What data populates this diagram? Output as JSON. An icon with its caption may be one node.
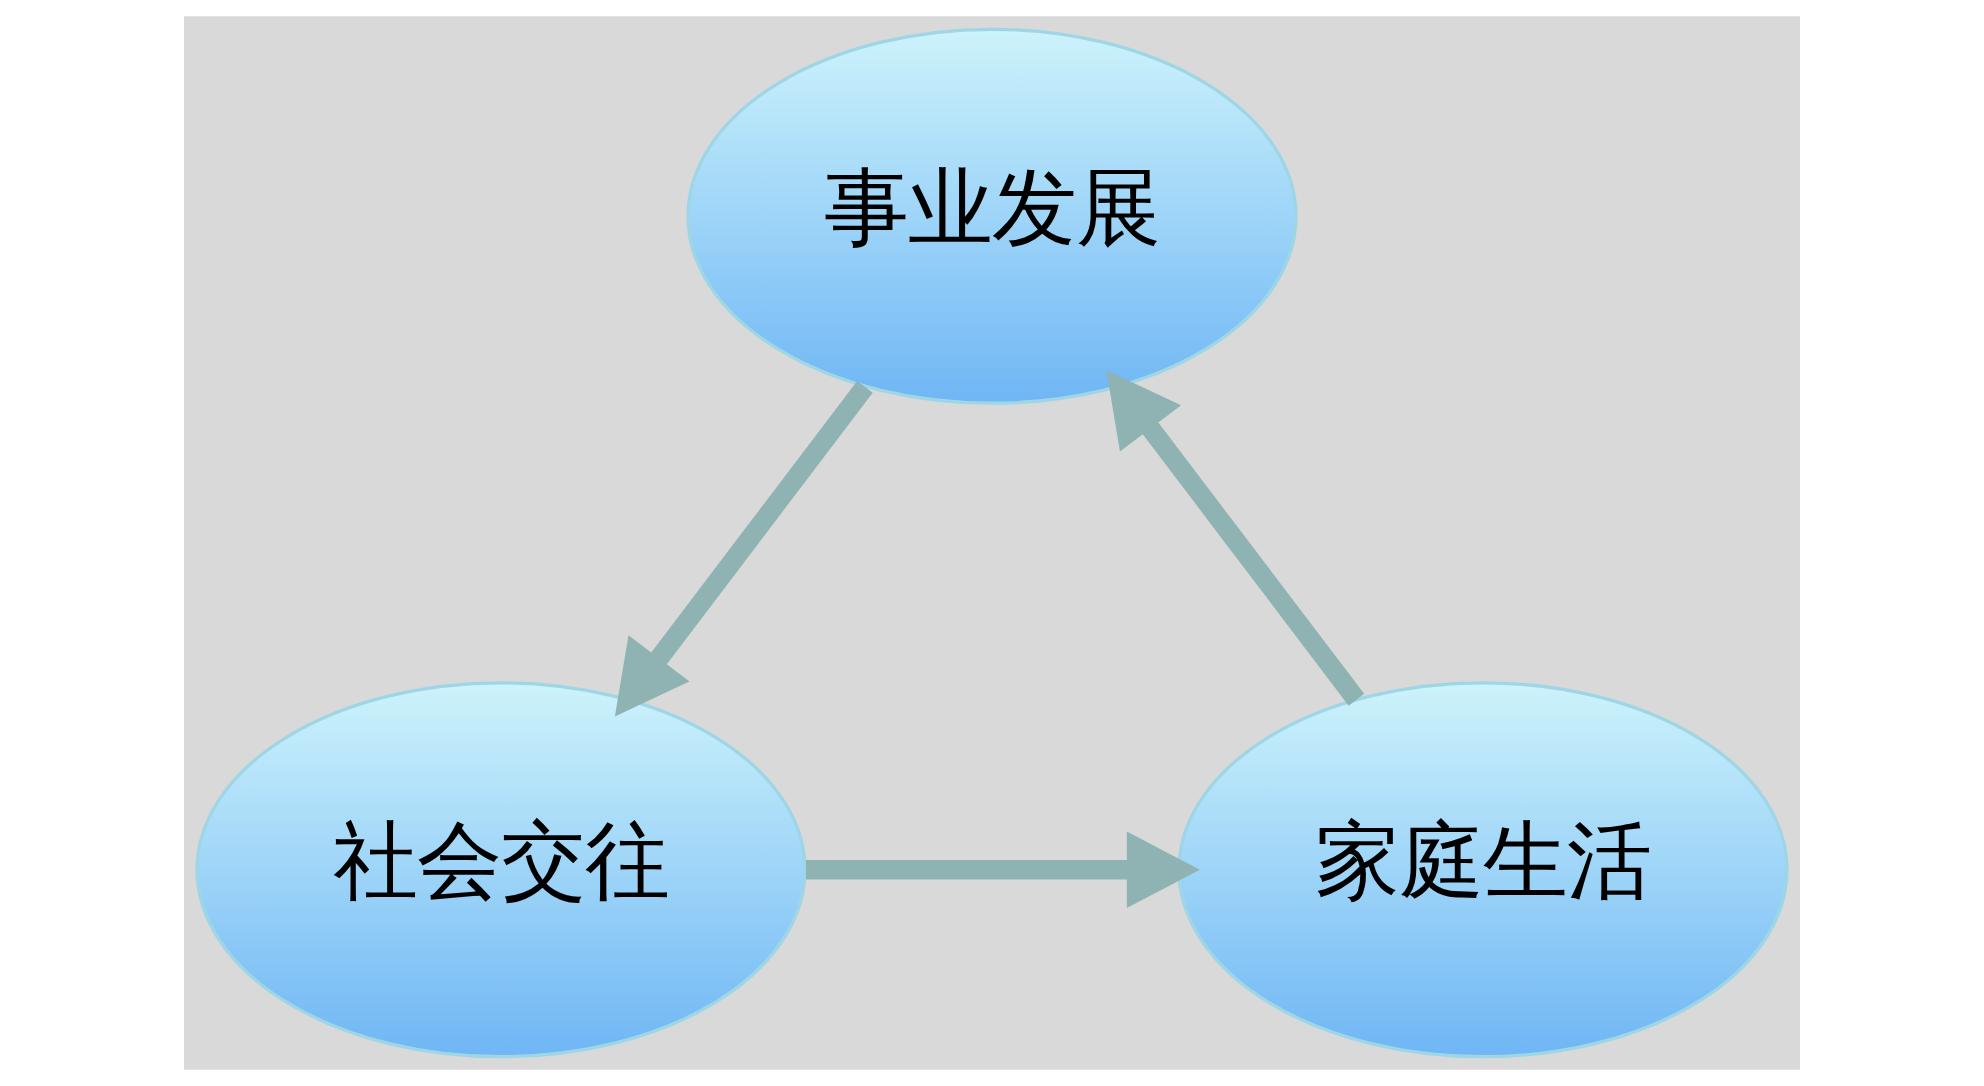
{
  "diagram": {
    "nodes": [
      {
        "text": [
          "事业发展"
        ]
      },
      {
        "text": [
          "家庭生活"
        ]
      },
      {
        "text": [
          "社会交往"
        ]
      }
    ],
    "edges": [
      {
        "from": 0,
        "to": 2,
        "arrow": "to"
      },
      {
        "from": 2,
        "to": 1,
        "arrow": "to"
      },
      {
        "from": 1,
        "to": 0,
        "arrow": "to"
      }
    ]
  }
}
